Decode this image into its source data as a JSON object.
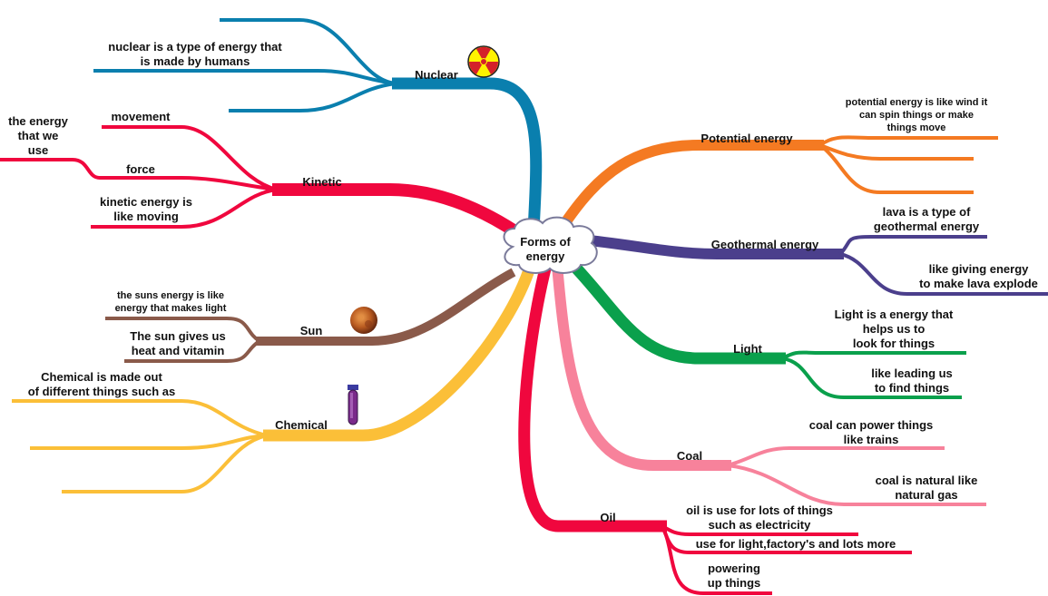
{
  "center": {
    "label": "Forms of\nenergy"
  },
  "branches": {
    "nuclear": {
      "label": "Nuclear",
      "color": "#0a7fae",
      "subs": [
        "nuclear is a type of energy that\nis made by humans"
      ]
    },
    "kinetic": {
      "label": "Kinetic",
      "color": "#f0073e",
      "subs": [
        "movement",
        "the energy\nthat we\nuse",
        "force",
        "kinetic energy is\nlike moving"
      ]
    },
    "sun": {
      "label": "Sun",
      "color": "#8a5a4a",
      "subs": [
        "the suns energy is like\nenergy that makes light",
        "The sun gives us\nheat and vitamin"
      ]
    },
    "chemical": {
      "label": "Chemical",
      "color": "#fbbf38",
      "subs": [
        "Chemical is made out\nof different things such as"
      ]
    },
    "potential": {
      "label": "Potential energy",
      "color": "#f47a22",
      "subs": [
        "potential energy is like wind it\ncan spin things or make\nthings move"
      ]
    },
    "geothermal": {
      "label": "Geothermal energy",
      "color": "#4b3f8c",
      "subs": [
        "lava is a type of\ngeothermal energy",
        "like giving energy\nto make lava explode"
      ]
    },
    "light": {
      "label": "Light",
      "color": "#0aa04c",
      "subs": [
        "Light is a energy that\nhelps us to\nlook for things",
        "like leading us\nto find things"
      ]
    },
    "coal": {
      "label": "Coal",
      "color": "#f7829b",
      "subs": [
        "coal can power things\nlike trains",
        "coal is natural like\nnatural gas"
      ]
    },
    "oil": {
      "label": "Oil",
      "color": "#f0073e",
      "subs": [
        "oil is use for lots of things\nsuch as electricity",
        "use for light,factory's and lots more",
        "powering\nup things"
      ]
    }
  },
  "icons": [
    "radiation-icon",
    "sun-planet-icon",
    "test-tube-icon"
  ],
  "colors": {
    "cloud_fill": "#ffffff",
    "cloud_stroke": "#7a7a9a"
  }
}
